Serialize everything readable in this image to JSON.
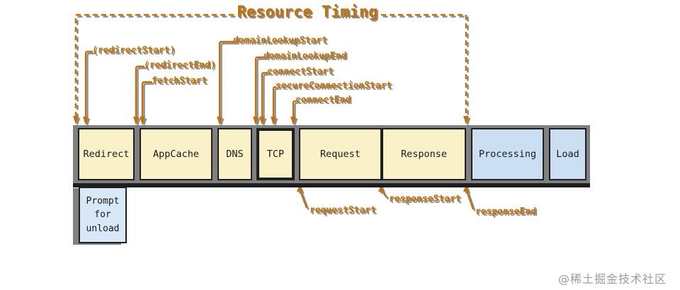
{
  "title": "Resource Timing",
  "watermark": "@稀土掘金技术社区",
  "colors": {
    "accent": "#c1710b",
    "shadow": "#8c8c8c",
    "container": "#808080",
    "resource_fill": "#fbf1c9",
    "nav_fill": "#cbdff2",
    "prompt_fill": "#d8e8f6",
    "box_border": "#1f1f1f",
    "band": "#1e1e1e",
    "box_text": "#1a1a1a",
    "watermark_color": "#9b9b9b"
  },
  "phases": [
    {
      "label": "Redirect"
    },
    {
      "label": "AppCache"
    },
    {
      "label": "DNS"
    },
    {
      "label": "TCP"
    },
    {
      "label": "Request"
    },
    {
      "label": "Response"
    },
    {
      "label": "Processing"
    },
    {
      "label": "Load"
    }
  ],
  "prompt": {
    "label": "Prompt for unload"
  },
  "markers": {
    "redirect_start": "(redirectStart)",
    "redirect_end": "(redirectEnd)",
    "fetch_start": "fetchStart",
    "domain_lookup_start": "domainLookupStart",
    "domain_lookup_end": "domainLookupEnd",
    "connect_start": "connectStart",
    "secure_connection_start": "secureConnectionStart",
    "connect_end": "connectEnd",
    "request_start": "requestStart",
    "response_start": "responseStart",
    "response_end": "responseEnd"
  }
}
